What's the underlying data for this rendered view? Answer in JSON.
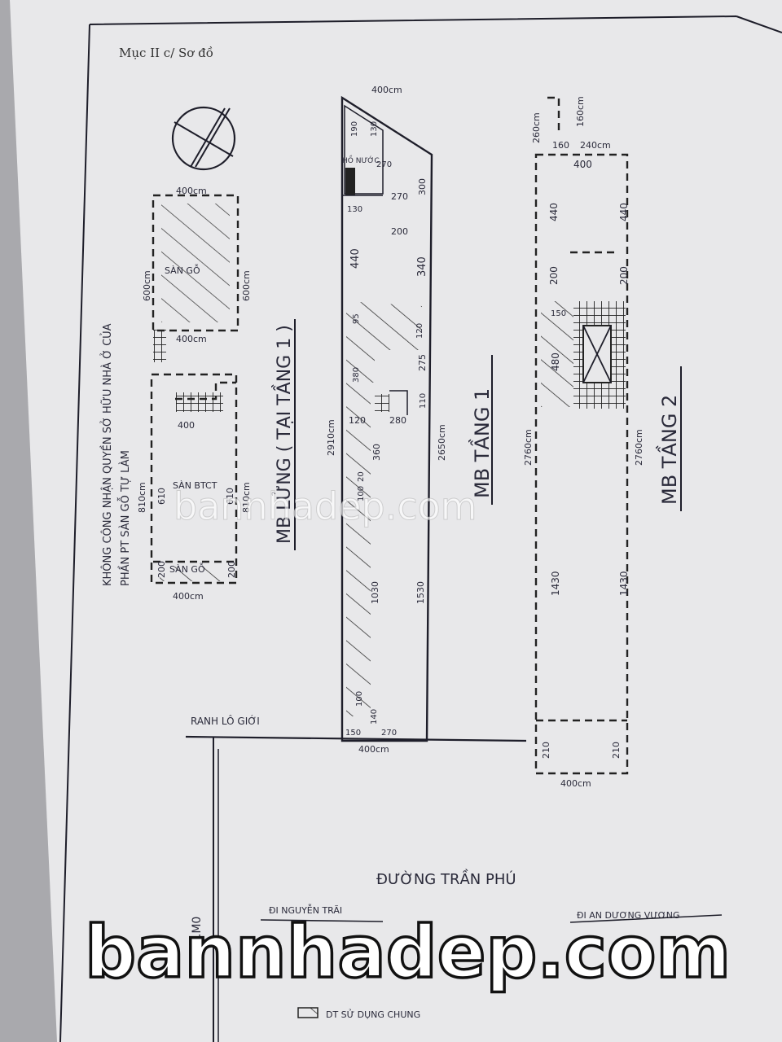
{
  "header": {
    "section_label": "Mục II c/ Sơ đồ"
  },
  "side_note": {
    "line1": "KHÔNG CÔNG NHẬN QUYỀN SỞ HỮU NHÀ Ở CỦA",
    "line2": "PHẦN PT SÀN GỖ TỰ LÀM"
  },
  "mezzanine": {
    "title": "MB LỬNG ( TẠI TẦNG 1 )",
    "labels": {
      "top_width": "400cm",
      "top_depth_left": "600cm",
      "top_depth_right": "600cm",
      "top_floor": "SÀN GỖ",
      "mid_width": "400cm",
      "stair_width": "400",
      "mid_floor": "SÀN BTCT",
      "depth_left": "810cm",
      "depth_inner_left": "610",
      "depth_inner_right": "610",
      "depth_right": "810cm",
      "bottom_floor": "SÀN GỖ",
      "bottom_left": "200",
      "bottom_right": "200",
      "bottom_width": "400cm"
    }
  },
  "floor1": {
    "title": "MB TẦNG 1",
    "labels": {
      "top_width": "400cm",
      "d190": "190",
      "d130a": "130",
      "water_tank": "HỒ NƯỚC",
      "d270a": "270",
      "d300": "300",
      "d270b": "270",
      "d130b": "130",
      "d200": "200",
      "d440": "440",
      "d340": "340",
      "d95": "95",
      "d120a": "120",
      "d380": "380",
      "d275": "275",
      "d120b": "120",
      "d280": "280",
      "d110": "110",
      "total_left": "2910cm",
      "total_right": "2650cm",
      "d360": "360",
      "d20": "20",
      "d100a": "100",
      "d1030": "1030",
      "d1530": "1530",
      "d100b": "100",
      "d140": "140",
      "d150": "150",
      "d270c": "270",
      "bottom_width": "400cm"
    }
  },
  "floor2": {
    "title": "MB TẦNG 2",
    "labels": {
      "d260": "260cm",
      "d160v": "160cm",
      "d160h": "160",
      "d240": "240cm",
      "w400": "400",
      "d440l": "440",
      "d440r": "440",
      "d200l": "200",
      "d200r": "200",
      "d150": "150",
      "d480": "480",
      "total_left": "2760cm",
      "total_right": "2760cm",
      "d1430l": "1430",
      "d1430r": "1430",
      "d210l": "210",
      "d210r": "210",
      "bottom_width": "400cm"
    }
  },
  "site": {
    "boundary_label": "RANH LÔ GIỚI",
    "street_name": "ĐƯỜNG TRẦN PHÚ",
    "dir_left": "ĐI NGUYỄN TRÃI",
    "dir_right": "ĐI AN DƯƠNG VƯƠNG",
    "side_mark": "0.M0",
    "legend": "DT SỬ DỤNG CHUNG"
  },
  "watermarks": {
    "center": "bannhadep.com",
    "bottom": "bannhadep.com"
  }
}
